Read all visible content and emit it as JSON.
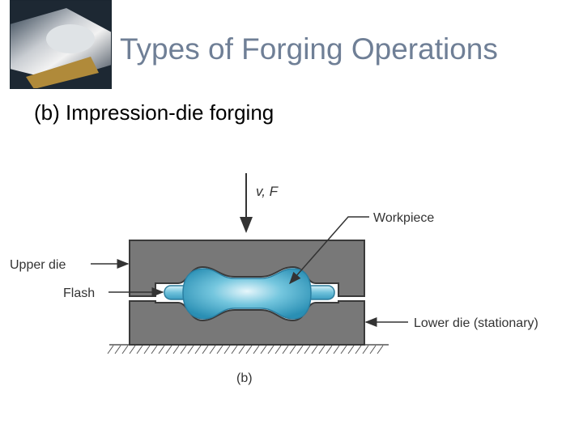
{
  "slide": {
    "title": "Types of Forging Operations",
    "subtitle": "(b) Impression-die forging"
  },
  "diagram": {
    "labels": {
      "force": "v, F",
      "workpiece": "Workpiece",
      "upper_die": "Upper die",
      "flash": "Flash",
      "lower_die": "Lower die (stationary)",
      "caption": "(b)"
    },
    "colors": {
      "die": "#787878",
      "workpiece": "#55b4d0",
      "title": "#6f7f96"
    }
  }
}
